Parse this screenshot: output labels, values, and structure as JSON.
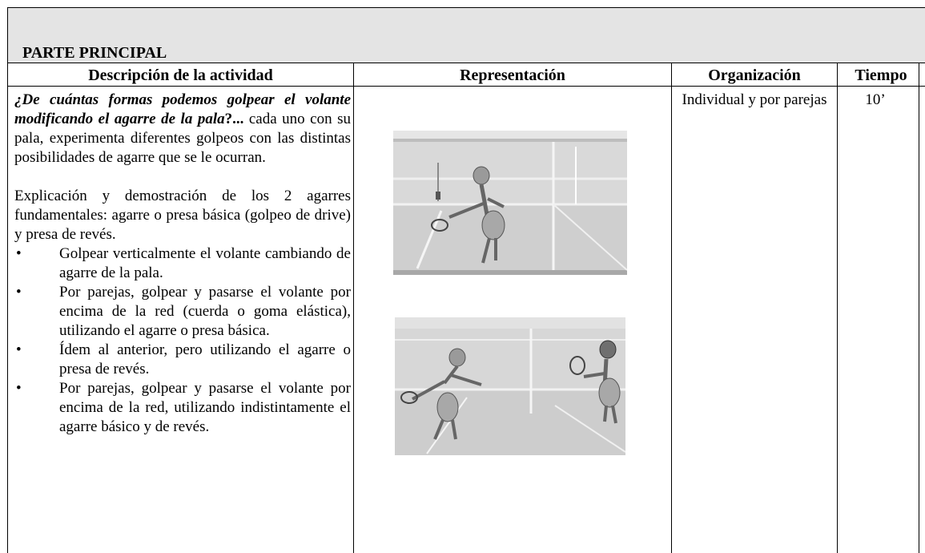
{
  "header": {
    "title": "PARTE PRINCIPAL"
  },
  "columns": {
    "descripcion": "Descripción de la actividad",
    "representacion": "Representación",
    "organizacion": "Organización",
    "tiempo": "Tiempo"
  },
  "activity": {
    "question": "¿De cuántas formas podemos golpear el volante modificando el agarre de la pala",
    "question_end": "?...",
    "intro_rest": " cada uno con su pala, experimenta diferentes golpeos con las distintas posibilidades de agarre que se le ocurran.",
    "explanation": "Explicación y demostración de los 2 agarres fundamentales: agarre o presa básica (golpeo de drive) y presa de revés.",
    "bullets": [
      "Golpear verticalmente el volante cambiando de agarre de la pala.",
      "Por parejas, golpear y pasarse el volante por encima de la red (cuerda o goma elástica), utilizando el agarre o presa básica.",
      "Ídem al anterior, pero utilizando el agarre o presa de revés.",
      "Por parejas, golpear y pasarse el volante por encima de la red, utilizando indistintamente el agarre básico y de revés."
    ],
    "bullet_symbol": "•"
  },
  "organizacion": "Individual y por parejas",
  "tiempo": "10’",
  "images": [
    {
      "name": "badminton-single-player-illustration"
    },
    {
      "name": "badminton-two-players-illustration"
    }
  ]
}
